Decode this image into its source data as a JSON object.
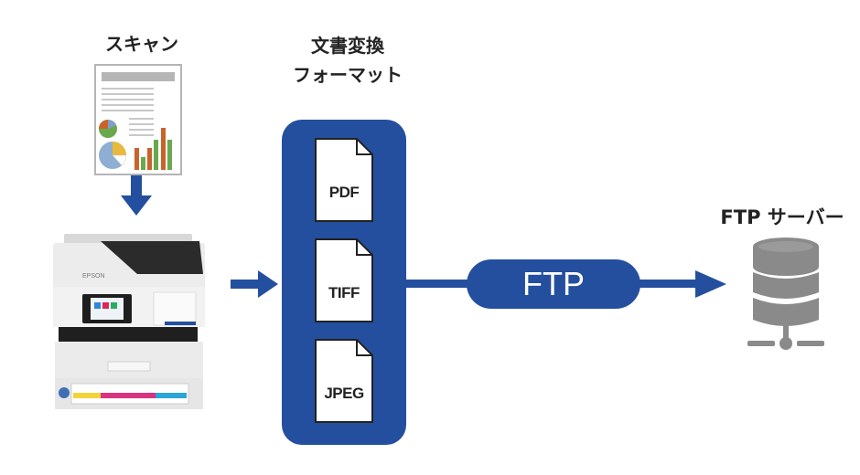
{
  "diagram": {
    "scan_step": {
      "label": "スキャン",
      "document_icon": "scanned-document-with-charts-icon"
    },
    "device": {
      "name": "printer",
      "brand_text": "EPSON"
    },
    "conversion": {
      "label_line1": "文書変換",
      "label_line2": "フォーマット",
      "formats": [
        "PDF",
        "TIFF",
        "JPEG"
      ]
    },
    "transfer": {
      "protocol": "FTP"
    },
    "destination": {
      "label": "FTP サーバー",
      "icon": "database-server-icon"
    },
    "colors": {
      "primary_blue": "#234f9e",
      "server_gray": "#8a8a8a",
      "bar_orange": "#c9632a",
      "bar_green": "#6aa84f"
    }
  }
}
